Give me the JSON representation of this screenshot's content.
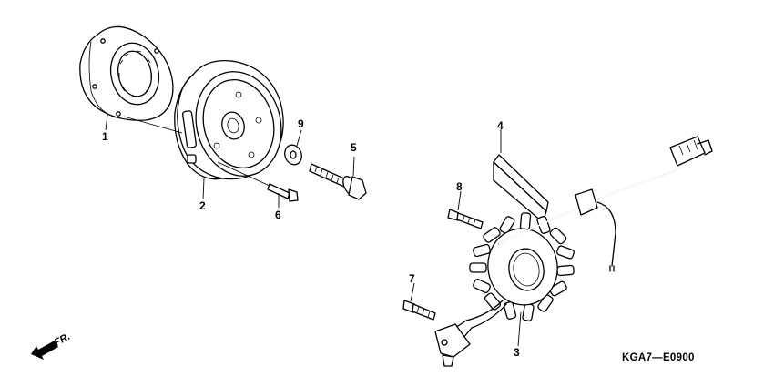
{
  "diagram": {
    "diagram_code": "KGA7—E0900",
    "front_indicator": "FR.",
    "parts": [
      {
        "ref": "1"
      },
      {
        "ref": "2"
      },
      {
        "ref": "3"
      },
      {
        "ref": "4"
      },
      {
        "ref": "5"
      },
      {
        "ref": "6"
      },
      {
        "ref": "7"
      },
      {
        "ref": "8"
      },
      {
        "ref": "9"
      }
    ]
  }
}
